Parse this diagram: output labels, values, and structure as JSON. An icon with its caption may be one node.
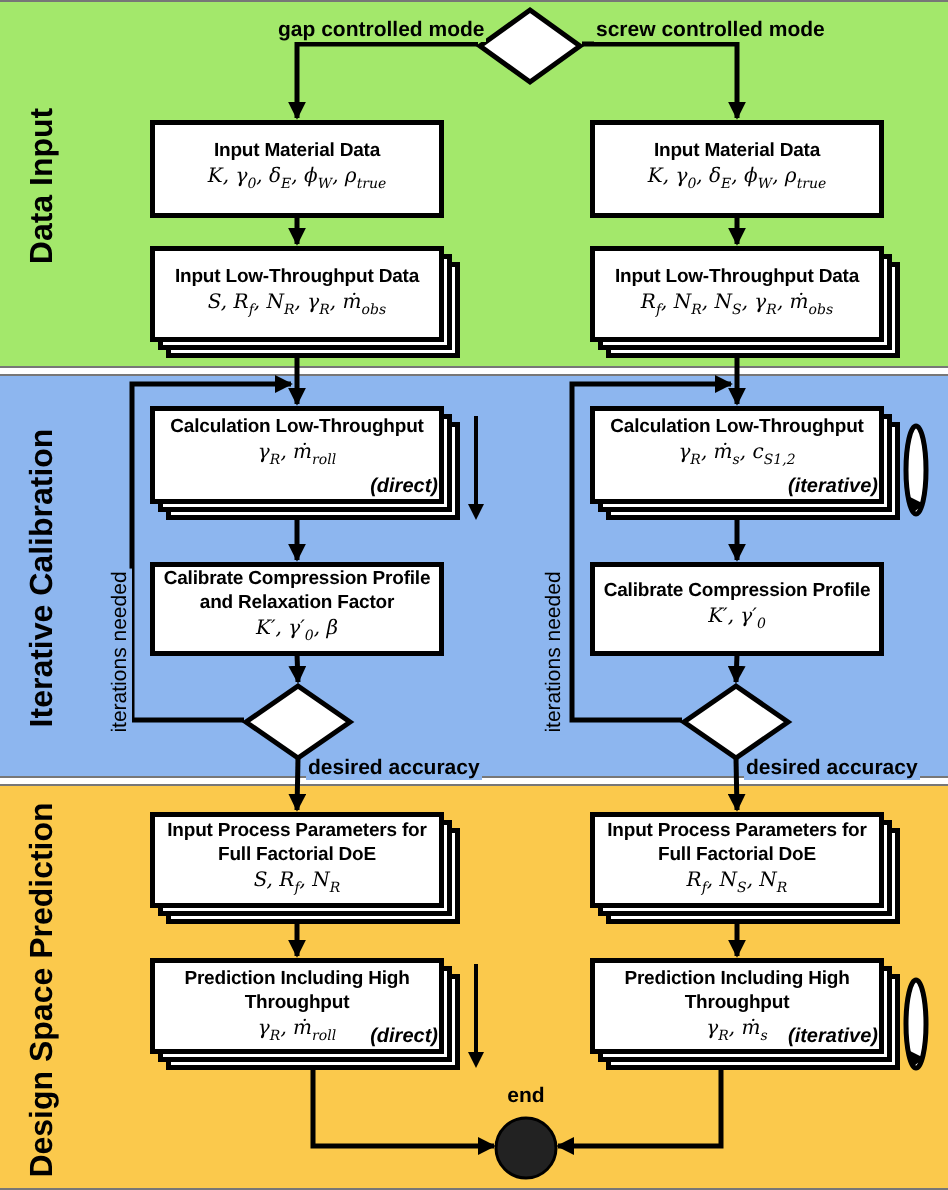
{
  "diagram": {
    "nodes": [
      {
        "text": [
          "Data Input"
        ]
      },
      {
        "text": [
          "Iterative Calibration"
        ]
      },
      {
        "text": [
          "Design Space Prediction"
        ]
      },
      {
        "text": [],
        "shape": "diamond",
        "in": 0
      },
      {
        "text": [
          "Input Material Data",
          "K, γ$_{0}$, δ$_{E}$, ϕ$_{W}$, ρ$_{true}$"
        ],
        "in": 0
      },
      {
        "text": [
          "Input Material Data",
          "K, γ$_{0}$, δ$_{E}$, ϕ$_{W}$, ρ$_{true}$"
        ],
        "in": 0
      },
      {
        "text": [
          "Input Low-Throughput Data",
          "S, R$_{f}$, N$_{R}$, γ$_{R}$, ṁ$_{obs}$"
        ],
        "in": 0
      },
      {
        "text": [
          "Input Low-Throughput Data",
          "R$_{f}$, N$_{R}$, N$_{S}$, γ$_{R}$, ṁ$_{obs}$"
        ],
        "in": 0
      },
      {
        "text": [
          "Calculation Low-Throughput",
          "γ$_{R}$, ṁ$_{roll}$",
          "(direct)"
        ],
        "in": 1
      },
      {
        "text": [
          "Calculation Low-Throughput",
          "γ$_{R}$, ṁ$_{s}$, c$_{S1,2}$",
          "(iterative)"
        ],
        "in": 1
      },
      {
        "text": [
          "Calibrate Compression Profile and Relaxation Factor",
          "K′, γ′$_{0}$, β"
        ],
        "in": 1
      },
      {
        "text": [
          "Calibrate Compression Profile",
          "K′, γ′$_{0}$"
        ],
        "in": 1
      },
      {
        "text": [],
        "shape": "diamond",
        "in": 1
      },
      {
        "text": [],
        "shape": "diamond",
        "in": 1
      },
      {
        "text": [
          "Input Process Parameters for Full Factorial DoE",
          "S, R$_{f}$, N$_{R}$"
        ],
        "in": 2
      },
      {
        "text": [
          "Input Process Parameters for Full Factorial DoE",
          "R$_{f}$, N$_{S}$, N$_{R}$"
        ],
        "in": 2
      },
      {
        "text": [
          "Prediction Including High Throughput",
          "γ$_{R}$, ṁ$_{roll}$",
          "(direct)"
        ],
        "in": 2
      },
      {
        "text": [
          "Prediction Including High Throughput",
          "γ$_{R}$, ṁ$_{s}$",
          "(iterative)"
        ],
        "in": 2
      },
      {
        "text": [
          "end"
        ],
        "in": 2
      }
    ],
    "edges": [
      {
        "from": 3,
        "to": 4,
        "arrow": "to",
        "label": "gap controlled mode"
      },
      {
        "from": 3,
        "to": 5,
        "arrow": "to",
        "label": "screw controlled mode"
      },
      {
        "from": 4,
        "to": 6,
        "arrow": "to"
      },
      {
        "from": 5,
        "to": 7,
        "arrow": "to"
      },
      {
        "from": 6,
        "to": 8,
        "arrow": "to"
      },
      {
        "from": 7,
        "to": 9,
        "arrow": "to"
      },
      {
        "from": 8,
        "to": 10,
        "arrow": "to"
      },
      {
        "from": 9,
        "to": 11,
        "arrow": "to"
      },
      {
        "from": 10,
        "to": 12,
        "arrow": "to"
      },
      {
        "from": 11,
        "to": 13,
        "arrow": "to"
      },
      {
        "from": 12,
        "to": 8,
        "arrow": "to",
        "label": "iterations needed"
      },
      {
        "from": 13,
        "to": 9,
        "arrow": "to",
        "label": "iterations needed"
      },
      {
        "from": 12,
        "to": 14,
        "arrow": "to",
        "label": "desired accuracy"
      },
      {
        "from": 13,
        "to": 15,
        "arrow": "to",
        "label": "desired accuracy"
      },
      {
        "from": 14,
        "to": 16,
        "arrow": "to"
      },
      {
        "from": 15,
        "to": 17,
        "arrow": "to"
      },
      {
        "from": 16,
        "to": 18,
        "arrow": "to"
      },
      {
        "from": 17,
        "to": 18,
        "arrow": "to"
      }
    ]
  }
}
